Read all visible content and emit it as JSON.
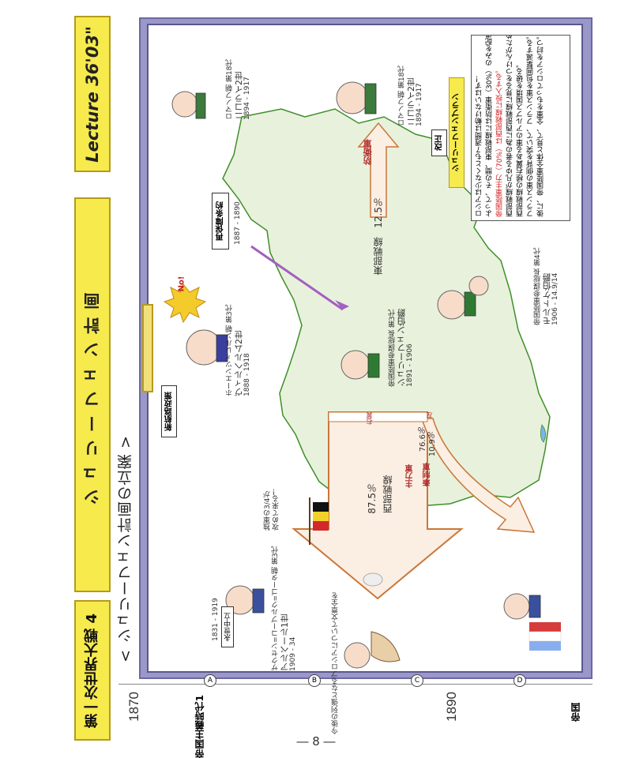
{
  "header": {
    "chapter_label": "第一次世界大戦 4",
    "lecture": "Lecture 36'03\"",
    "title": "シュリーフェン計画",
    "subtitle": "< シュリーフェン計画の立案 >"
  },
  "timeline": {
    "year_1870": "1870",
    "year_1890": "1890",
    "period_label": "帝国主義時代1",
    "period_label2": "帝国",
    "col_A": "A",
    "col_B": "B",
    "col_C": "C",
    "col_D": "D",
    "bottom_note": "今後の列強となるプロシアについて文章全を"
  },
  "page_number": "― 8 ―",
  "plan_box": {
    "lines": [
      "ロシアは少なくとも７週間は動けないはず！",
      "よって、その間、東部戦線には防衛軍（30%）のみを配備。",
      "帝国陸軍主力（70%）は西部戦線に投入する。",
      "西部戦線が凡ゆる者の為に西部戦線に見るをつけんがため、",
      "西部戦線の極右翼ある軍のアルプス国境を破る。",
      "フランス軍の側背を突いて、フランス軍を包囲撃滅する。",
      "後に、帝国陸軍全体と見て、全軍をもってロシアを討つ。"
    ]
  },
  "badges": {
    "kaisei": "改正",
    "schlieffen_plan": "シュリーフェンプラン",
    "no": "No!",
    "new_course": "新航路政策",
    "secret_treaty": "再保障条約"
  },
  "arrows": {
    "east_front": "東部戦線　12.5％",
    "east_role": "防衛軍",
    "west_front": "西部戦線",
    "west_pct": "87.5％",
    "main_force": "主力軍",
    "main_pct": "76.6％",
    "flank_force": "牽制軍",
    "flank_pct": "10.9％",
    "right_wing": "右翼",
    "left_wing": "左"
  },
  "people": {
    "nicholas1": {
      "dynasty": "ロマノフ朝 第18代",
      "name": "ニコライ2世",
      "years": "1894 - 1917"
    },
    "nicholas2": {
      "dynasty": "ロマノフ朝 第18代",
      "name": "ニコライ2世",
      "years": "1894 - 1917"
    },
    "wilhelm": {
      "dynasty": "ホーエンツォレルン朝 第3代",
      "name": "ヴィルヘルム2世",
      "years": "1888 - 1918"
    },
    "schlieffen": {
      "role": "帝国陸軍参謀総長 第3代",
      "name": "シュリーフェン伯爵",
      "years": "1891 - 1906"
    },
    "moltke": {
      "role": "帝国陸軍参謀総長 第4代",
      "name": "モルトケ伯爵",
      "years": "1906 - 14.9/14"
    },
    "albert": {
      "dynasty": "ザクセン=コーブルク=ゴータ朝 第3代",
      "name": "アルベール1世",
      "years": "1909 - 34"
    },
    "neutral_years": "1831 - 1919",
    "neutral_label": "永世中立",
    "treaty_years": "1887 - 1890",
    "belgium_note": "独軍の3/4が\n攻めて来る！"
  },
  "colors": {
    "panel": "#9a97c9",
    "map": "#e8f1dc",
    "band_gold": "#f6ea4d",
    "arrow_fill": "#fbeee2",
    "arrow_stroke": "#c8773a"
  }
}
